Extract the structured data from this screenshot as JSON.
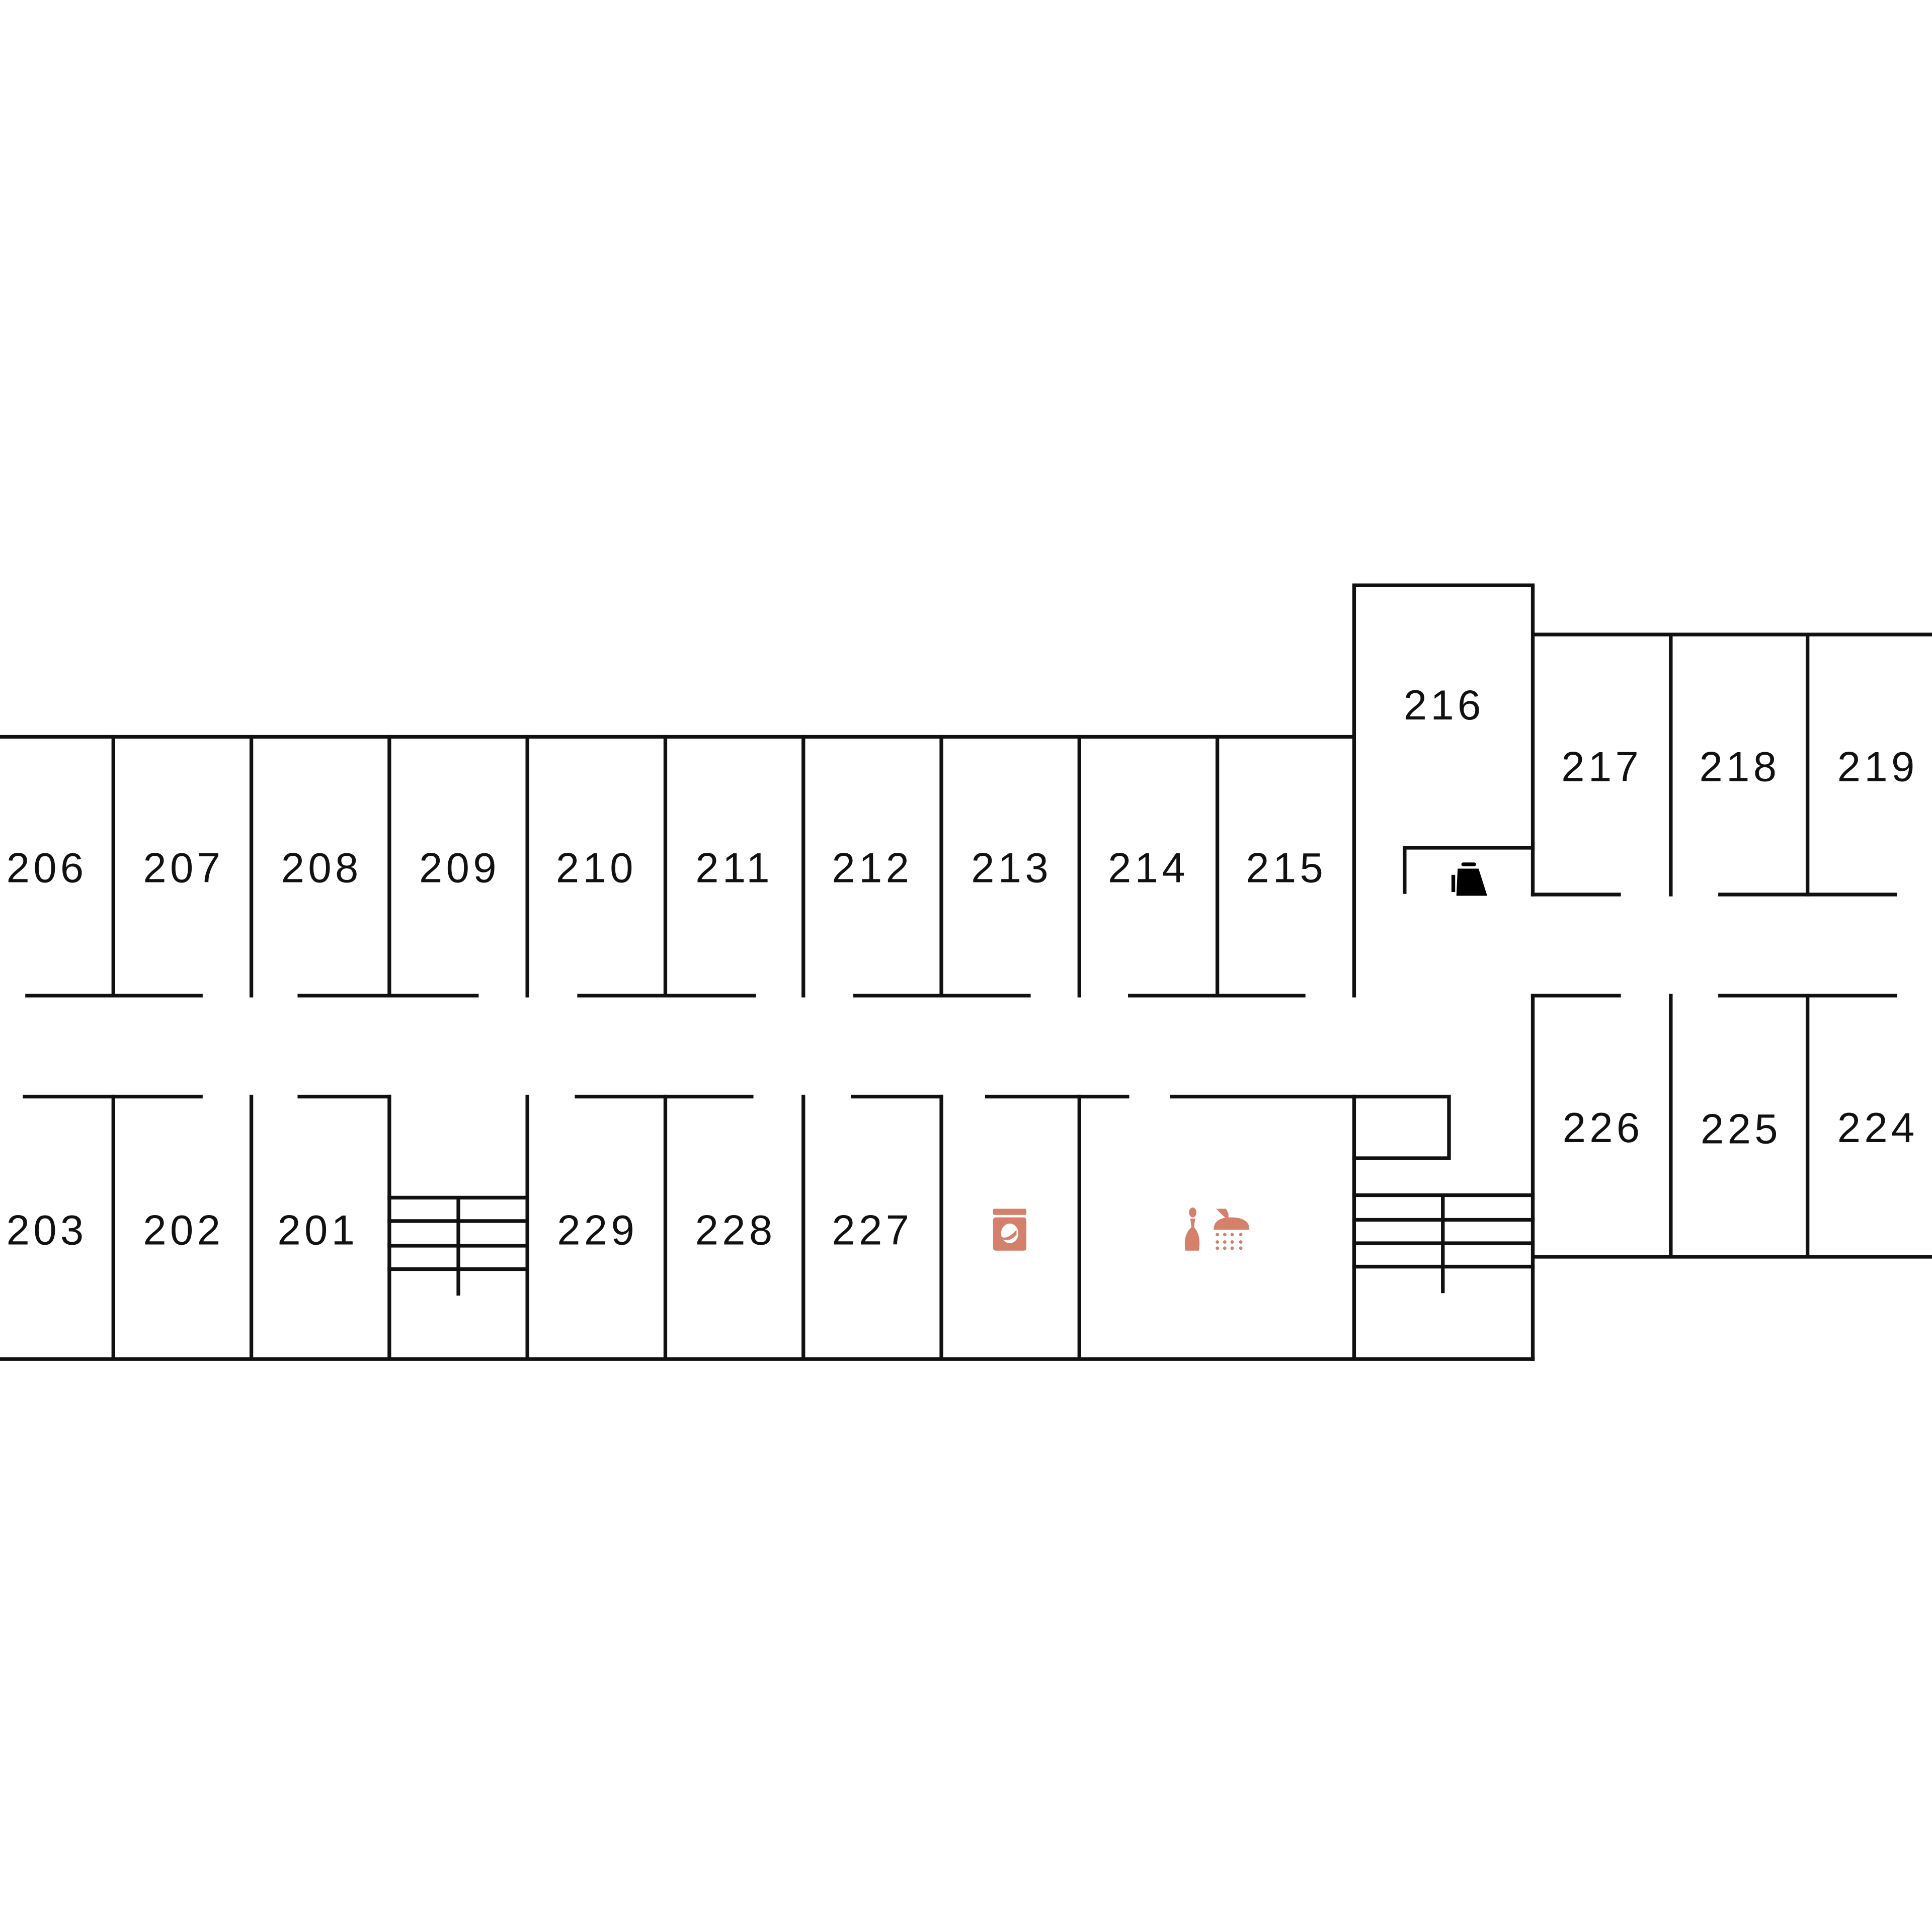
{
  "rooms": {
    "r206": "206",
    "r207": "207",
    "r208": "208",
    "r209": "209",
    "r210": "210",
    "r211": "211",
    "r212": "212",
    "r213": "213",
    "r214": "214",
    "r215": "215",
    "r216": "216",
    "r217": "217",
    "r218": "218",
    "r219": "219",
    "r203": "203",
    "r202": "202",
    "r201": "201",
    "r229": "229",
    "r228": "228",
    "r227": "227",
    "r226": "226",
    "r225": "225",
    "r224": "224"
  },
  "icons": {
    "kettle": "kettle-icon",
    "laundry": "washing-machine-icon",
    "shower": "shower-amenities-icon"
  },
  "colors": {
    "wall": "#111111",
    "amenity": "#d4806a",
    "kettle": "#000000"
  }
}
